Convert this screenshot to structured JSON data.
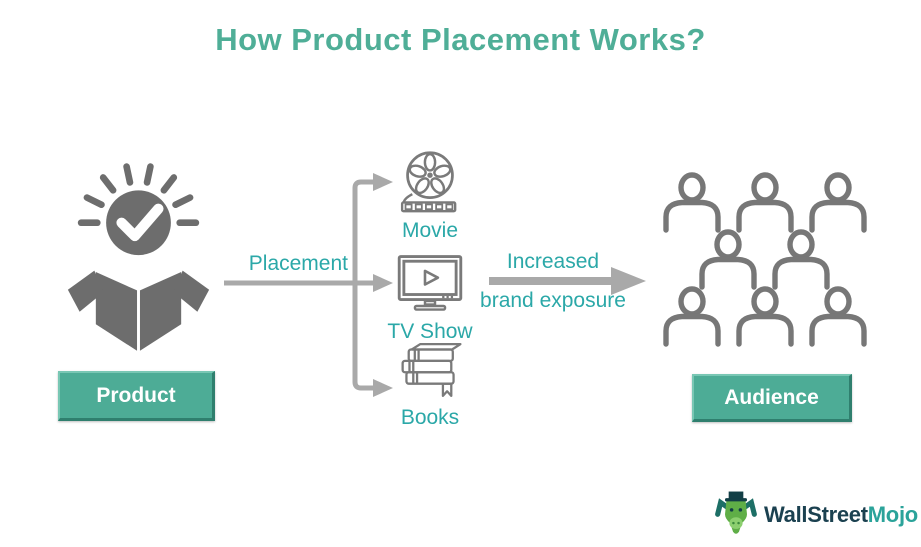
{
  "title": "How Product Placement Works?",
  "product": {
    "button_label": "Product",
    "icon": "open-box-checkmark-icon"
  },
  "flow": {
    "placement_label": "Placement",
    "exposure_line1": "Increased",
    "exposure_line2": "brand exposure"
  },
  "channels": [
    {
      "label": "Movie",
      "icon": "film-reel-icon"
    },
    {
      "label": "TV Show",
      "icon": "tv-play-icon"
    },
    {
      "label": "Books",
      "icon": "books-stack-icon"
    }
  ],
  "audience": {
    "button_label": "Audience",
    "icon": "people-group-icon",
    "person_count": 8,
    "rows": [
      3,
      2,
      3
    ]
  },
  "logo": {
    "text_primary": "WallStreet",
    "text_secondary": "Mojo",
    "icon": "bull-mascot-icon"
  },
  "colors": {
    "title_text": "#4fae97",
    "label_text": "#2ba8a8",
    "filled_icon_gray": "#6d6d6d",
    "outline_icon_gray": "#7a7a7a",
    "arrow_gray": "#a9a9a9",
    "button_bg": "#4dac96",
    "button_text": "#ffffff",
    "logo_dark": "#1b4150",
    "logo_teal": "#2ba39a"
  }
}
